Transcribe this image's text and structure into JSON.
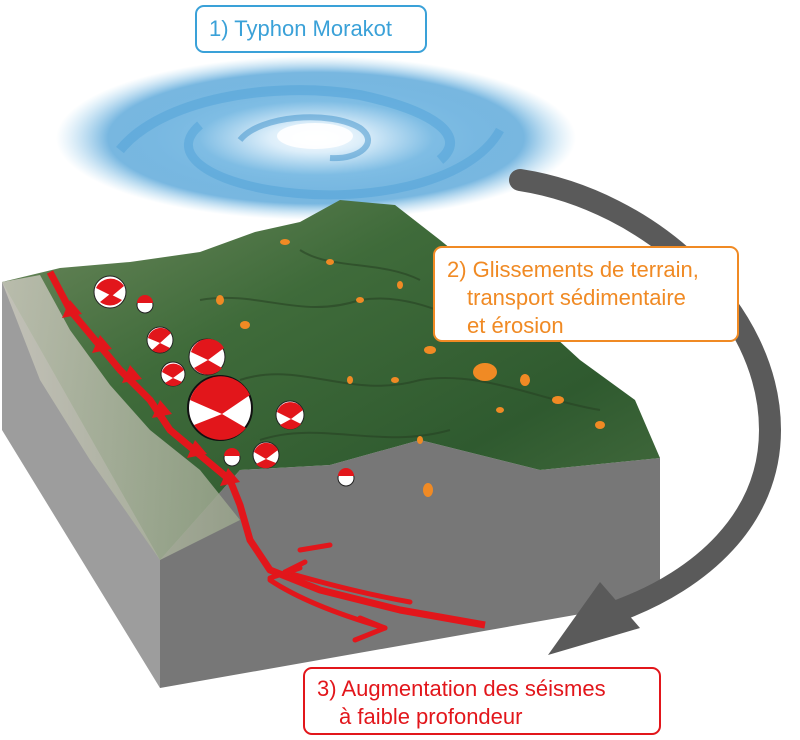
{
  "labels": {
    "typhoon": "1) Typhon Morakot",
    "landslides": {
      "line1": "2) Glissements de terrain,",
      "line2": "transport sédimentaire",
      "line3": "et érosion"
    },
    "earthquakes": {
      "line1": "3) Augmentation des séismes",
      "line2": "à faible profondeur"
    }
  },
  "colors": {
    "typhoon": "#3aa1d8",
    "landslides": "#f08a24",
    "earthquakes": "#e2161b",
    "arrow": "#5a5a5a",
    "block_side": "#9d9d9d",
    "block_front": "#777777",
    "terrain": "#3f6b3a"
  },
  "icons": {
    "cycle_arrow": "curved-arrow-icon",
    "typhoon": "cyclone-icon",
    "fault": "thrust-fault-icon",
    "focal_mechanism": "beachball-icon"
  }
}
